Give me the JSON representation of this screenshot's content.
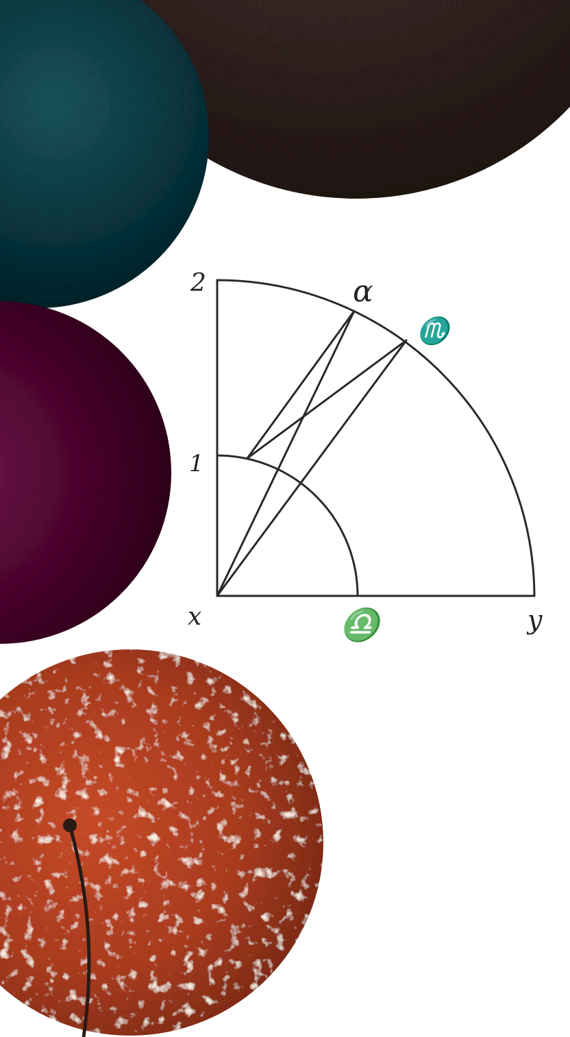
{
  "diagram": {
    "labels": {
      "top_outer": "2",
      "top_inner": "1",
      "origin": "x",
      "right_end": "y",
      "alpha": "α",
      "scorpio": "♏",
      "libra": "♎"
    },
    "colors": {
      "ink": "#2a2a2a",
      "background": "#ffffff"
    }
  },
  "decoration": {
    "spheres": [
      {
        "name": "teal-planet",
        "color": "#123b44"
      },
      {
        "name": "dark-brown-planet",
        "color": "#3b2a27"
      },
      {
        "name": "crimson-planet",
        "color": "#4a0f2b"
      },
      {
        "name": "red-orange-planet",
        "color": "#b03a1f"
      }
    ]
  }
}
